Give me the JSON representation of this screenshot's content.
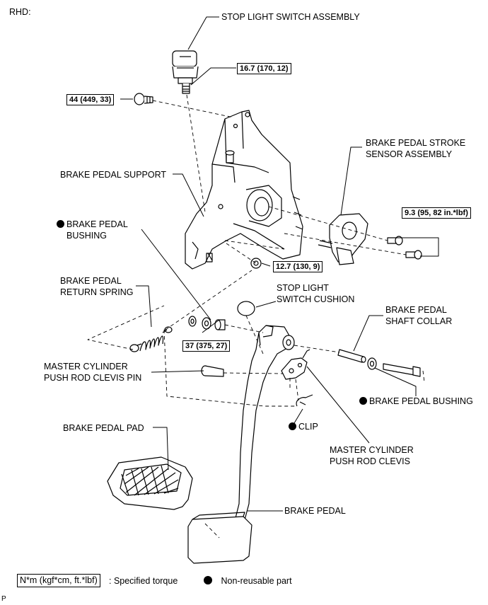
{
  "corner_label": "RHD:",
  "footer_mark": "P",
  "labels": {
    "stop_light_switch": "STOP LIGHT SWITCH ASSEMBLY",
    "stroke_sensor_l1": "BRAKE PEDAL STROKE",
    "stroke_sensor_l2": "SENSOR ASSEMBLY",
    "pedal_support": "BRAKE PEDAL SUPPORT",
    "bushing_top_l1": "BRAKE PEDAL",
    "bushing_top_l2": "BUSHING",
    "return_spring_l1": "BRAKE PEDAL",
    "return_spring_l2": "RETURN SPRING",
    "switch_cushion_l1": "STOP LIGHT",
    "switch_cushion_l2": "SWITCH CUSHION",
    "shaft_collar_l1": "BRAKE PEDAL",
    "shaft_collar_l2": "SHAFT COLLAR",
    "clevis_pin_l1": "MASTER CYLINDER",
    "clevis_pin_l2": "PUSH ROD CLEVIS PIN",
    "bushing_right": "BRAKE PEDAL BUSHING",
    "clip": "CLIP",
    "pedal_pad": "BRAKE PEDAL PAD",
    "push_rod_clevis_l1": "MASTER CYLINDER",
    "push_rod_clevis_l2": "PUSH ROD CLEVIS",
    "brake_pedal": "BRAKE PEDAL"
  },
  "torques": {
    "switch": "16.7 (170, 12)",
    "support_bolt": "44 (449, 33)",
    "sensor": "9.3 (95, 82 in.*lbf)",
    "nut_lower": "12.7 (130, 9)",
    "pivot_nut": "37 (375, 27)"
  },
  "legend": {
    "torque_unit": "N*m (kgf*cm, ft.*lbf)",
    "torque_text": ": Specified torque",
    "non_reusable": "Non-reusable part"
  }
}
